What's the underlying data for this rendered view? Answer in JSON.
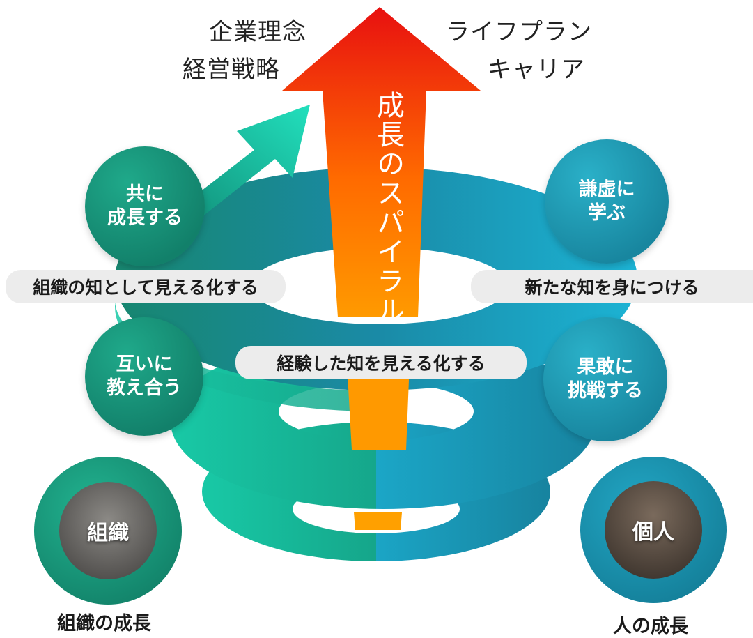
{
  "top_left": {
    "line1": "企業理念",
    "line2": "経営戦略"
  },
  "top_right": {
    "line1": "ライフプラン",
    "line2": "キャリア"
  },
  "arrow_label": "成長のスパイラル",
  "circles": {
    "grow_together": "共に\n成長する",
    "teach_each_other": "互いに\n教え合う",
    "learn_humbly": "謙虚に\n学ぶ",
    "challenge_boldly": "果敢に\n挑戦する"
  },
  "pills": {
    "org_visualize": "組織の知として見える化する",
    "acquire_knowledge": "新たな知を身につける",
    "visualize_experience": "経験した知を見える化する"
  },
  "photos": {
    "organization": "組織",
    "individual": "個人"
  },
  "bottom": {
    "org_growth": "組織の成長",
    "human_growth": "人の成長"
  },
  "colors": {
    "green": "#16a085",
    "blue": "#1aa6c8",
    "arrow_top": "#e81010",
    "arrow_bottom": "#ff9900"
  }
}
